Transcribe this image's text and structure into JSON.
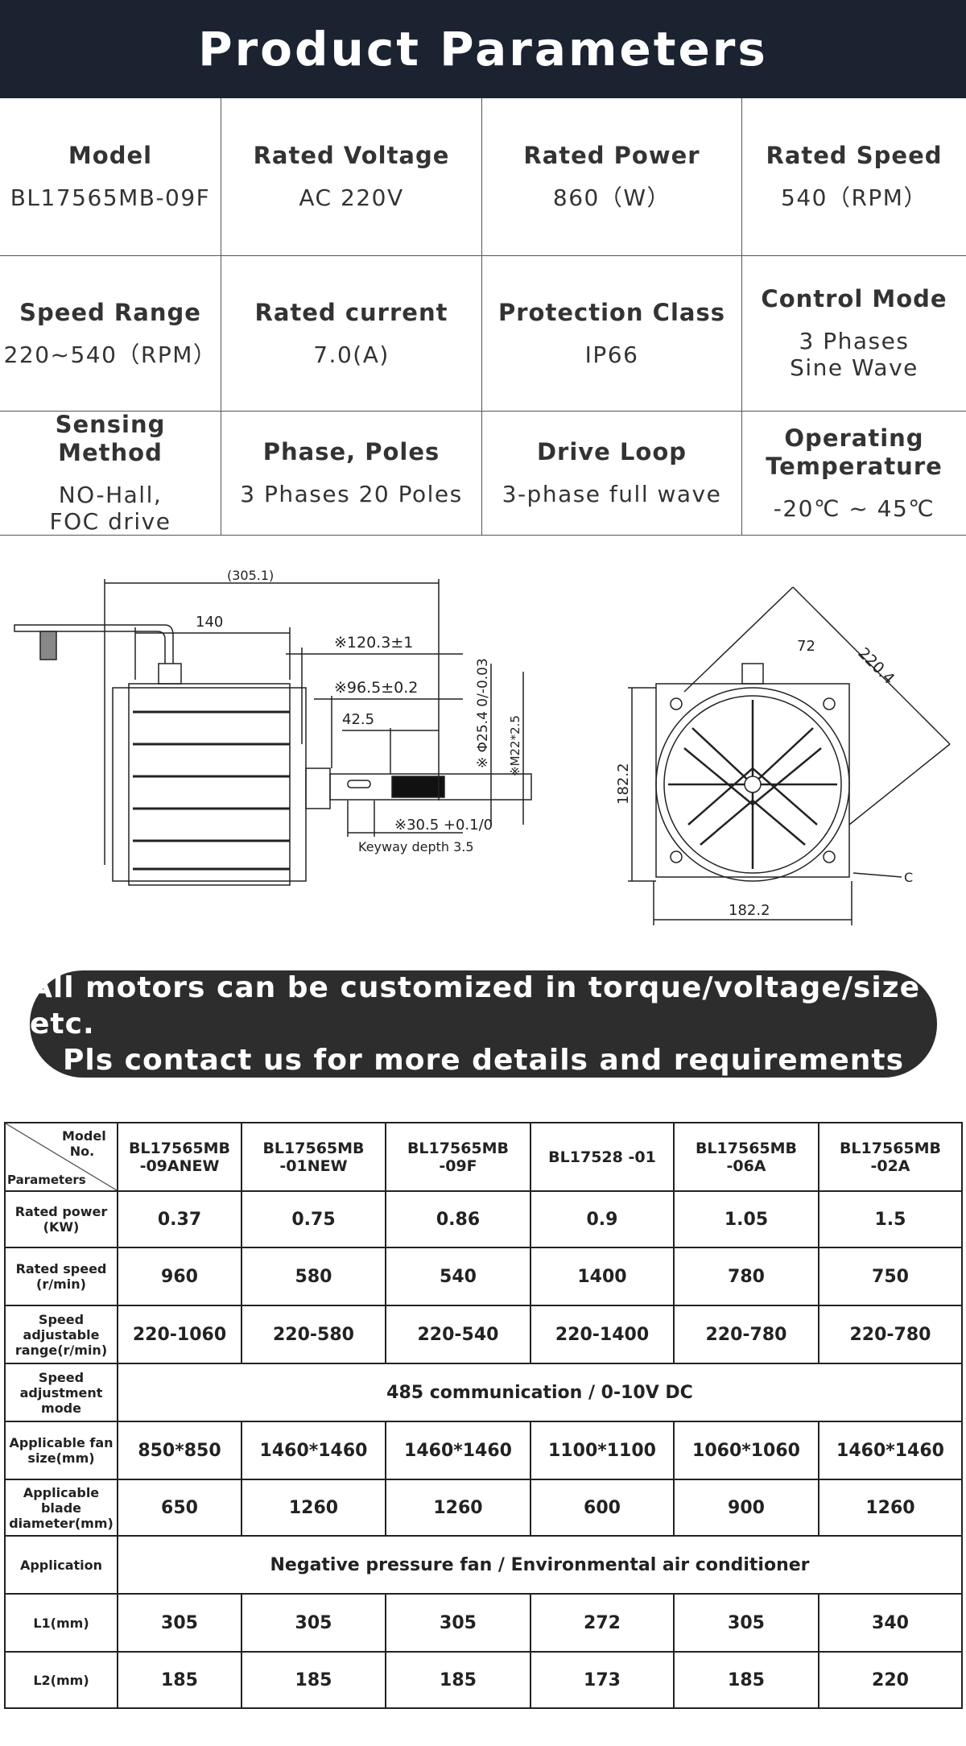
{
  "header": {
    "title": "Product Parameters"
  },
  "params": [
    [
      {
        "label": "Model",
        "value": "BL17565MB-09F"
      },
      {
        "label": "Rated Voltage",
        "value": "AC 220V"
      },
      {
        "label": "Rated Power",
        "value": "860（W）"
      },
      {
        "label": "Rated Speed",
        "value": "540（RPM）"
      }
    ],
    [
      {
        "label": "Speed Range",
        "value": "220~540（RPM）"
      },
      {
        "label": "Rated current",
        "value": "7.0(A)"
      },
      {
        "label": "Protection Class",
        "value": "IP66"
      },
      {
        "label": "Control Mode",
        "value": "3 Phases\nSine Wave"
      }
    ],
    [
      {
        "label": "Sensing Method",
        "value": "NO-Hall,\nFOC drive"
      },
      {
        "label": "Phase, Poles",
        "value": "3 Phases 20 Poles"
      },
      {
        "label": "Drive Loop",
        "value": "3-phase full wave"
      },
      {
        "label": "Operating\nTemperature",
        "value": "-20℃ ~ 45℃"
      }
    ]
  ],
  "drawing": {
    "side": {
      "overall": "(305.1)",
      "d140": "140",
      "d120": "※120.3±1",
      "d96": "※96.5±0.2",
      "d42": "42.5",
      "shaft": "※ Φ25.4 0/-0.03",
      "thread": "※M22*2.5",
      "key": "※30.5 +0.1/0",
      "keyway": "Keyway depth 3.5"
    },
    "front": {
      "d72": "72",
      "diag": "220.4",
      "height": "182.2",
      "width": "182.2",
      "c": "C"
    }
  },
  "banner": {
    "line1": "All motors can be customized in torque/voltage/size etc.",
    "line2": "Pls contact us for more details and requirements"
  },
  "table": {
    "corner": {
      "top": "Model No.",
      "bottom": "Parameters"
    },
    "models": [
      "BL17565MB -09ANEW",
      "BL17565MB -01NEW",
      "BL17565MB -09F",
      "BL17528 -01",
      "BL17565MB -06A",
      "BL17565MB -02A"
    ],
    "rows": [
      {
        "label": "Rated power (KW)",
        "values": [
          "0.37",
          "0.75",
          "0.86",
          "0.9",
          "1.05",
          "1.5"
        ]
      },
      {
        "label": "Rated speed (r/min)",
        "values": [
          "960",
          "580",
          "540",
          "1400",
          "780",
          "750"
        ]
      },
      {
        "label": "Speed adjustable range(r/min)",
        "values": [
          "220-1060",
          "220-580",
          "220-540",
          "220-1400",
          "220-780",
          "220-780"
        ]
      },
      {
        "label": "Speed adjustment mode",
        "span": "485 communication / 0-10V DC"
      },
      {
        "label": "Applicable fan size(mm)",
        "values": [
          "850*850",
          "1460*1460",
          "1460*1460",
          "1100*1100",
          "1060*1060",
          "1460*1460"
        ]
      },
      {
        "label": "Applicable blade diameter(mm)",
        "values": [
          "650",
          "1260",
          "1260",
          "600",
          "900",
          "1260"
        ]
      },
      {
        "label": "Application",
        "span": "Negative pressure fan /  Environmental air conditioner"
      },
      {
        "label": "L1(mm)",
        "values": [
          "305",
          "305",
          "305",
          "272",
          "305",
          "340"
        ]
      },
      {
        "label": "L2(mm)",
        "values": [
          "185",
          "185",
          "185",
          "173",
          "185",
          "220"
        ]
      }
    ]
  }
}
